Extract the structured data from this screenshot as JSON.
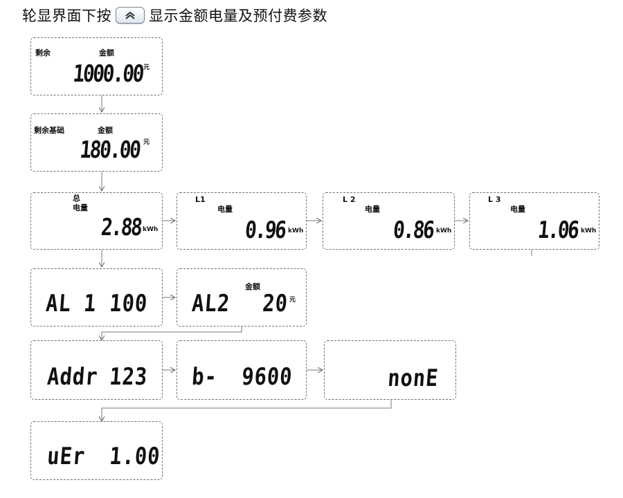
{
  "header": {
    "text_before_key": "轮显界面下按",
    "key_icon": "double-chevron-up-icon",
    "text_after_key": "显示金额电量及预付费参数"
  },
  "screens": {
    "remaining_amount": {
      "left_label": "剩余",
      "amount_label": "金额",
      "value": "1000.00",
      "unit": "元"
    },
    "remaining_base": {
      "left_label": "剩余基础",
      "amount_label": "金额",
      "value": "180.00",
      "unit": "元"
    },
    "total_energy": {
      "label_total": "总",
      "label_energy": "电量",
      "value": "2.88",
      "unit": "kWh"
    },
    "l1_energy": {
      "phase": "L1",
      "label_energy": "电量",
      "value": "0.96",
      "unit": "kWh"
    },
    "l2_energy": {
      "phase": "L 2",
      "label_energy": "电量",
      "value": "0.86",
      "unit": "kWh"
    },
    "l3_energy": {
      "phase": "L  3",
      "label_energy": "电量",
      "value": "1.06",
      "unit": "kWh"
    },
    "alarm1": {
      "code": "AL 1",
      "value": "100"
    },
    "alarm2": {
      "code": "AL2",
      "amount_label": "金额",
      "value": "20",
      "unit": "元"
    },
    "address": {
      "code": "Addr",
      "value": "123"
    },
    "baud": {
      "code": "b-",
      "value": "9600"
    },
    "parity": {
      "value": "nonE"
    },
    "version": {
      "code": "uEr",
      "value": "1.00"
    }
  }
}
